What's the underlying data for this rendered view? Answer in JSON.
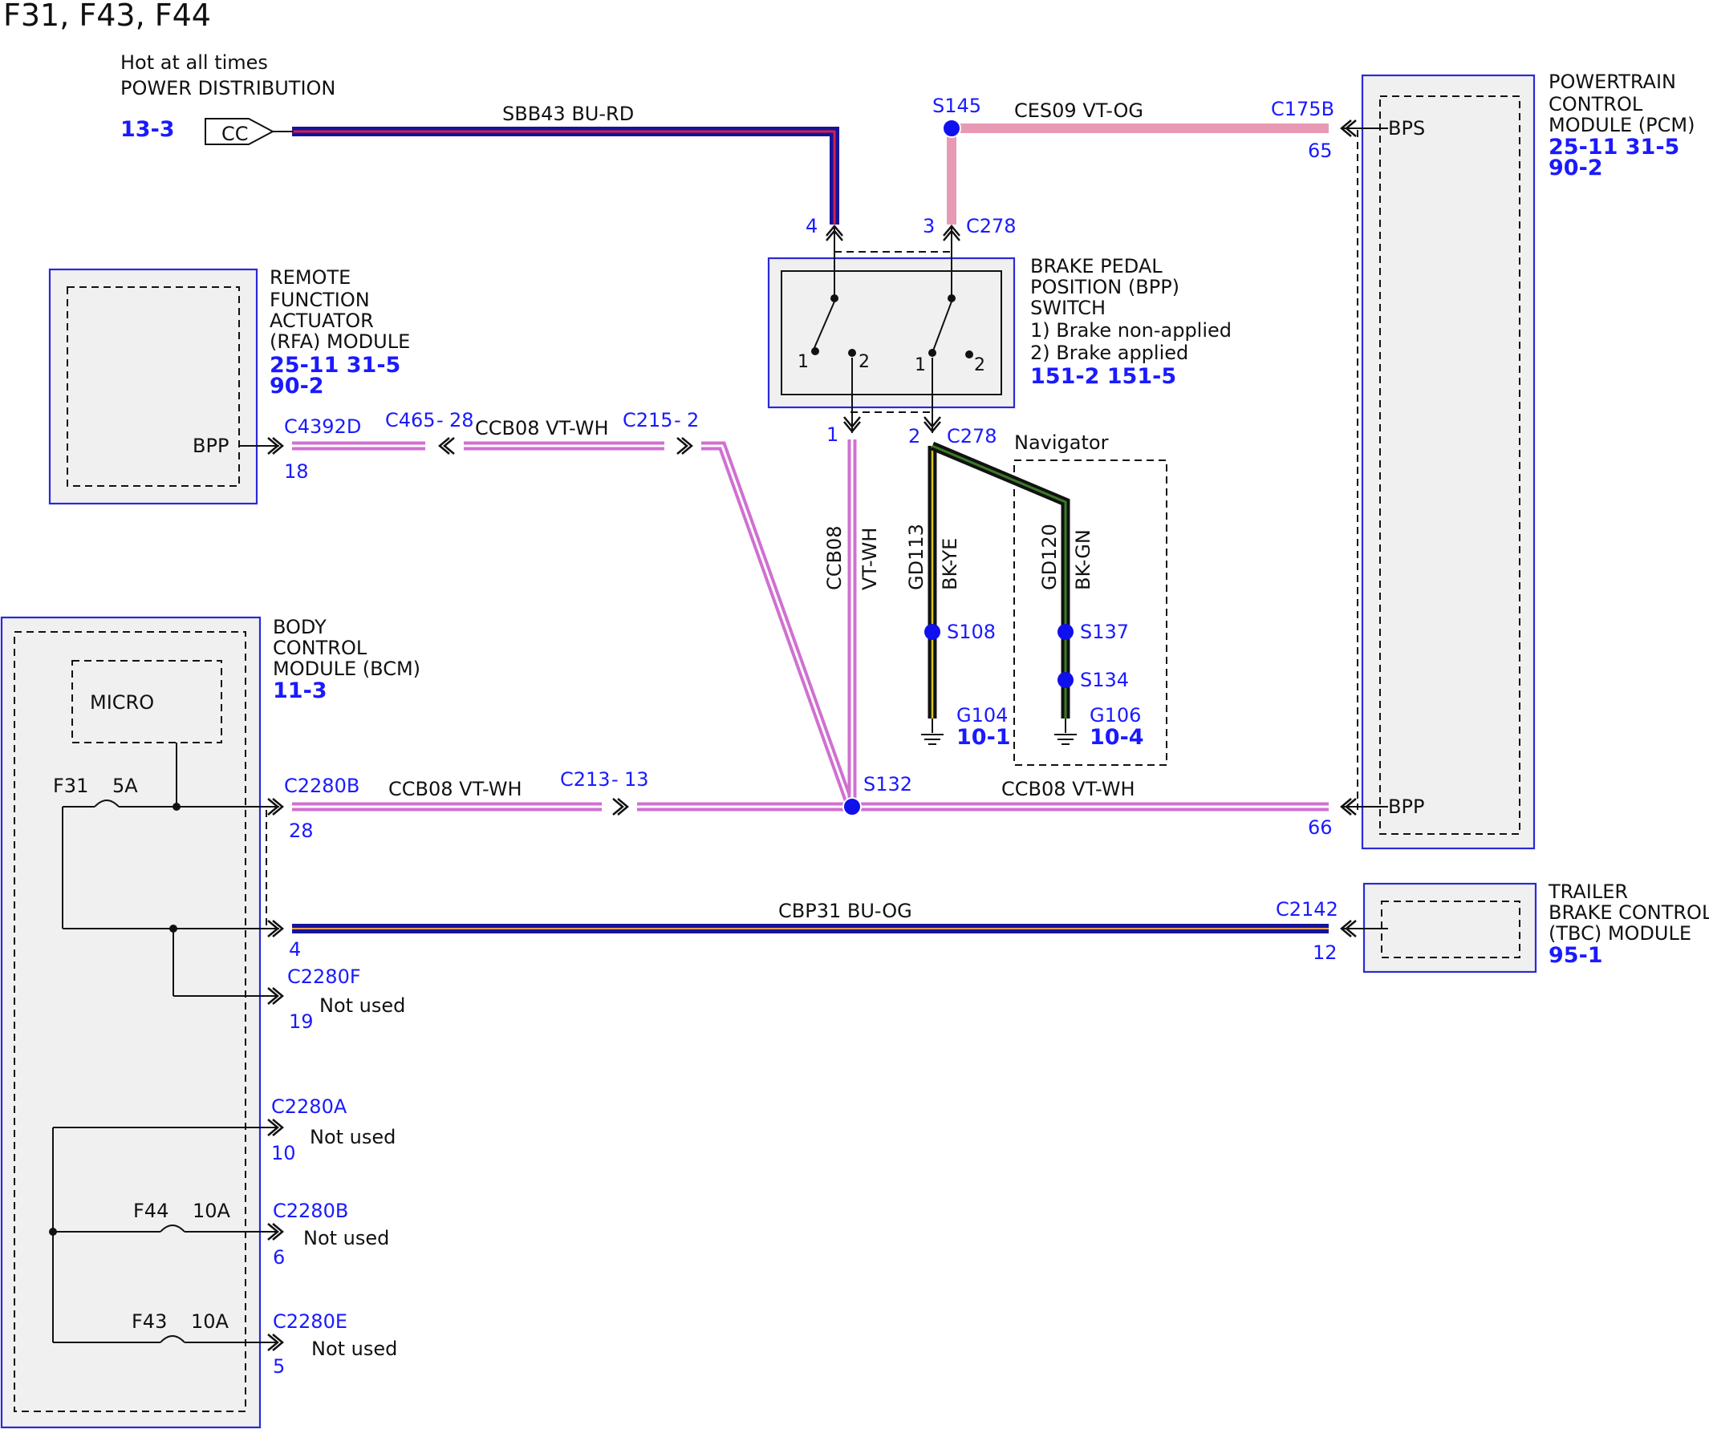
{
  "title": "F31, F43, F44",
  "power": {
    "line1": "Hot at all times",
    "line2": "POWER DISTRIBUTION",
    "ref": "13-3",
    "connector": "CC"
  },
  "wires": {
    "sbb43": "SBB43  BU-RD",
    "ces09": "CES09  VT-OG",
    "ccb08_top": "CCB08  VT-WH",
    "ccb08_bottom_left": "CCB08  VT-WH",
    "ccb08_bottom_right": "CCB08  VT-WH",
    "ccb08_vert_a": "CCB08",
    "ccb08_vert_b": "VT-WH",
    "gd113_a": "GD113",
    "gd113_b": "BK-YE",
    "gd120_a": "GD120",
    "gd120_b": "BK-GN",
    "cbp31": "CBP31  BU-OG"
  },
  "connectors": {
    "s145": "S145",
    "c175b": "C175B",
    "pin65": "65",
    "pin4_top": "4",
    "pin3_top": "3",
    "c278_top": "C278",
    "pin1_bot": "1",
    "pin2_bot": "2",
    "c278_bot": "C278",
    "c4392d": "C4392D",
    "pin18": "18",
    "c465": "C465",
    "dash1": "-",
    "pin28_a": "28",
    "c215": "C215",
    "dash2": "-",
    "pin2_c215": "2",
    "s108": "S108",
    "s137": "S137",
    "s134": "S134",
    "g104": "G104",
    "g106": "G106",
    "c2280b_top": "C2280B",
    "pin28_b": "28",
    "c213": "C213",
    "dash3": "-",
    "pin13": "13",
    "s132": "S132",
    "pin66": "66",
    "pin4_cbp": "4",
    "c2142": "C2142",
    "pin12": "12",
    "c2280f": "C2280F",
    "pin19": "19",
    "c2280a": "C2280A",
    "pin10": "10",
    "c2280b_bot": "C2280B",
    "pin6": "6",
    "c2280e": "C2280E",
    "pin5": "5"
  },
  "refs": {
    "g104": "10-1",
    "g106": "10-4"
  },
  "pcm": {
    "line1": "POWERTRAIN",
    "line2": "CONTROL",
    "line3": "MODULE (PCM)",
    "ref1": "25-11 31-5",
    "ref2": "90-2",
    "pin_bps": "BPS",
    "pin_bpp": "BPP"
  },
  "bpp_switch": {
    "line1": "BRAKE PEDAL",
    "line2": "POSITION (BPP)",
    "line3": "SWITCH",
    "line4": "1) Brake non-applied",
    "line5": "2) Brake applied",
    "ref": "151-2 151-5",
    "contact_l1": "1",
    "contact_l2": "2",
    "contact_r1": "1",
    "contact_r2": "2"
  },
  "rfa": {
    "line1": "REMOTE",
    "line2": "FUNCTION",
    "line3": "ACTUATOR",
    "line4": "(RFA) MODULE",
    "ref1": "25-11 31-5",
    "ref2": "90-2",
    "pin_bpp": "BPP"
  },
  "navigator": "Navigator",
  "bcm": {
    "line1": "BODY",
    "line2": "CONTROL",
    "line3": "MODULE (BCM)",
    "ref": "11-3",
    "micro": "MICRO",
    "f31": "F31",
    "f31_amp": "5A",
    "f44": "F44",
    "f44_amp": "10A",
    "f43": "F43",
    "f43_amp": "10A"
  },
  "tbc": {
    "line1": "TRAILER",
    "line2": "BRAKE CONTROL",
    "line3": "(TBC) MODULE",
    "ref": "95-1"
  },
  "not_used": {
    "c2280f": "Not used",
    "c2280a": "Not used",
    "c2280b": "Not used",
    "c2280e": "Not used"
  },
  "colors": {
    "blue_wire": "#14149a",
    "red_stripe": "#d4204a",
    "pink_wire": "#e89ab4",
    "violet_wire": "#d070d0",
    "white_stripe": "#ffffff",
    "black_wire": "#111111",
    "yellow_stripe": "#d8c818",
    "green_stripe": "#3a7a2a",
    "splice_blue": "#1010ee",
    "label_blue": "#1a1aff"
  }
}
